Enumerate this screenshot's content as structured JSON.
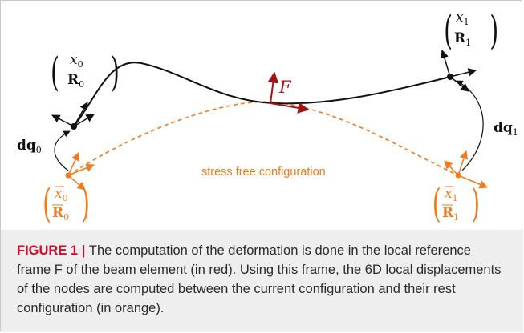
{
  "diagram": {
    "colors": {
      "current": "#111111",
      "rest": "#f07a1c",
      "frame": "#a01414"
    },
    "labels": {
      "node0_x": "x",
      "node0_x_sub": "0",
      "node0_R": "R",
      "node0_R_sub": "0",
      "node1_x": "x",
      "node1_x_sub": "1",
      "node1_R": "R",
      "node1_R_sub": "1",
      "rest0_x": "x",
      "rest0_x_sub": "0",
      "rest0_R": "R",
      "rest0_R_sub": "0",
      "rest1_x": "x",
      "rest1_x_sub": "1",
      "rest1_R": "R",
      "rest1_R_sub": "1",
      "dq0": "dq",
      "dq0_sub": "0",
      "dq1": "dq",
      "dq1_sub": "1",
      "frame_F": "F",
      "rest_label": "stress free configuration"
    }
  },
  "caption": {
    "label": "FIGURE 1",
    "separator": " | ",
    "text": "The computation of the deformation is done in the local reference frame F of the beam element (in red). Using this frame, the 6D local displacements of the nodes are computed between the current configuration and their rest configuration (in orange)."
  }
}
